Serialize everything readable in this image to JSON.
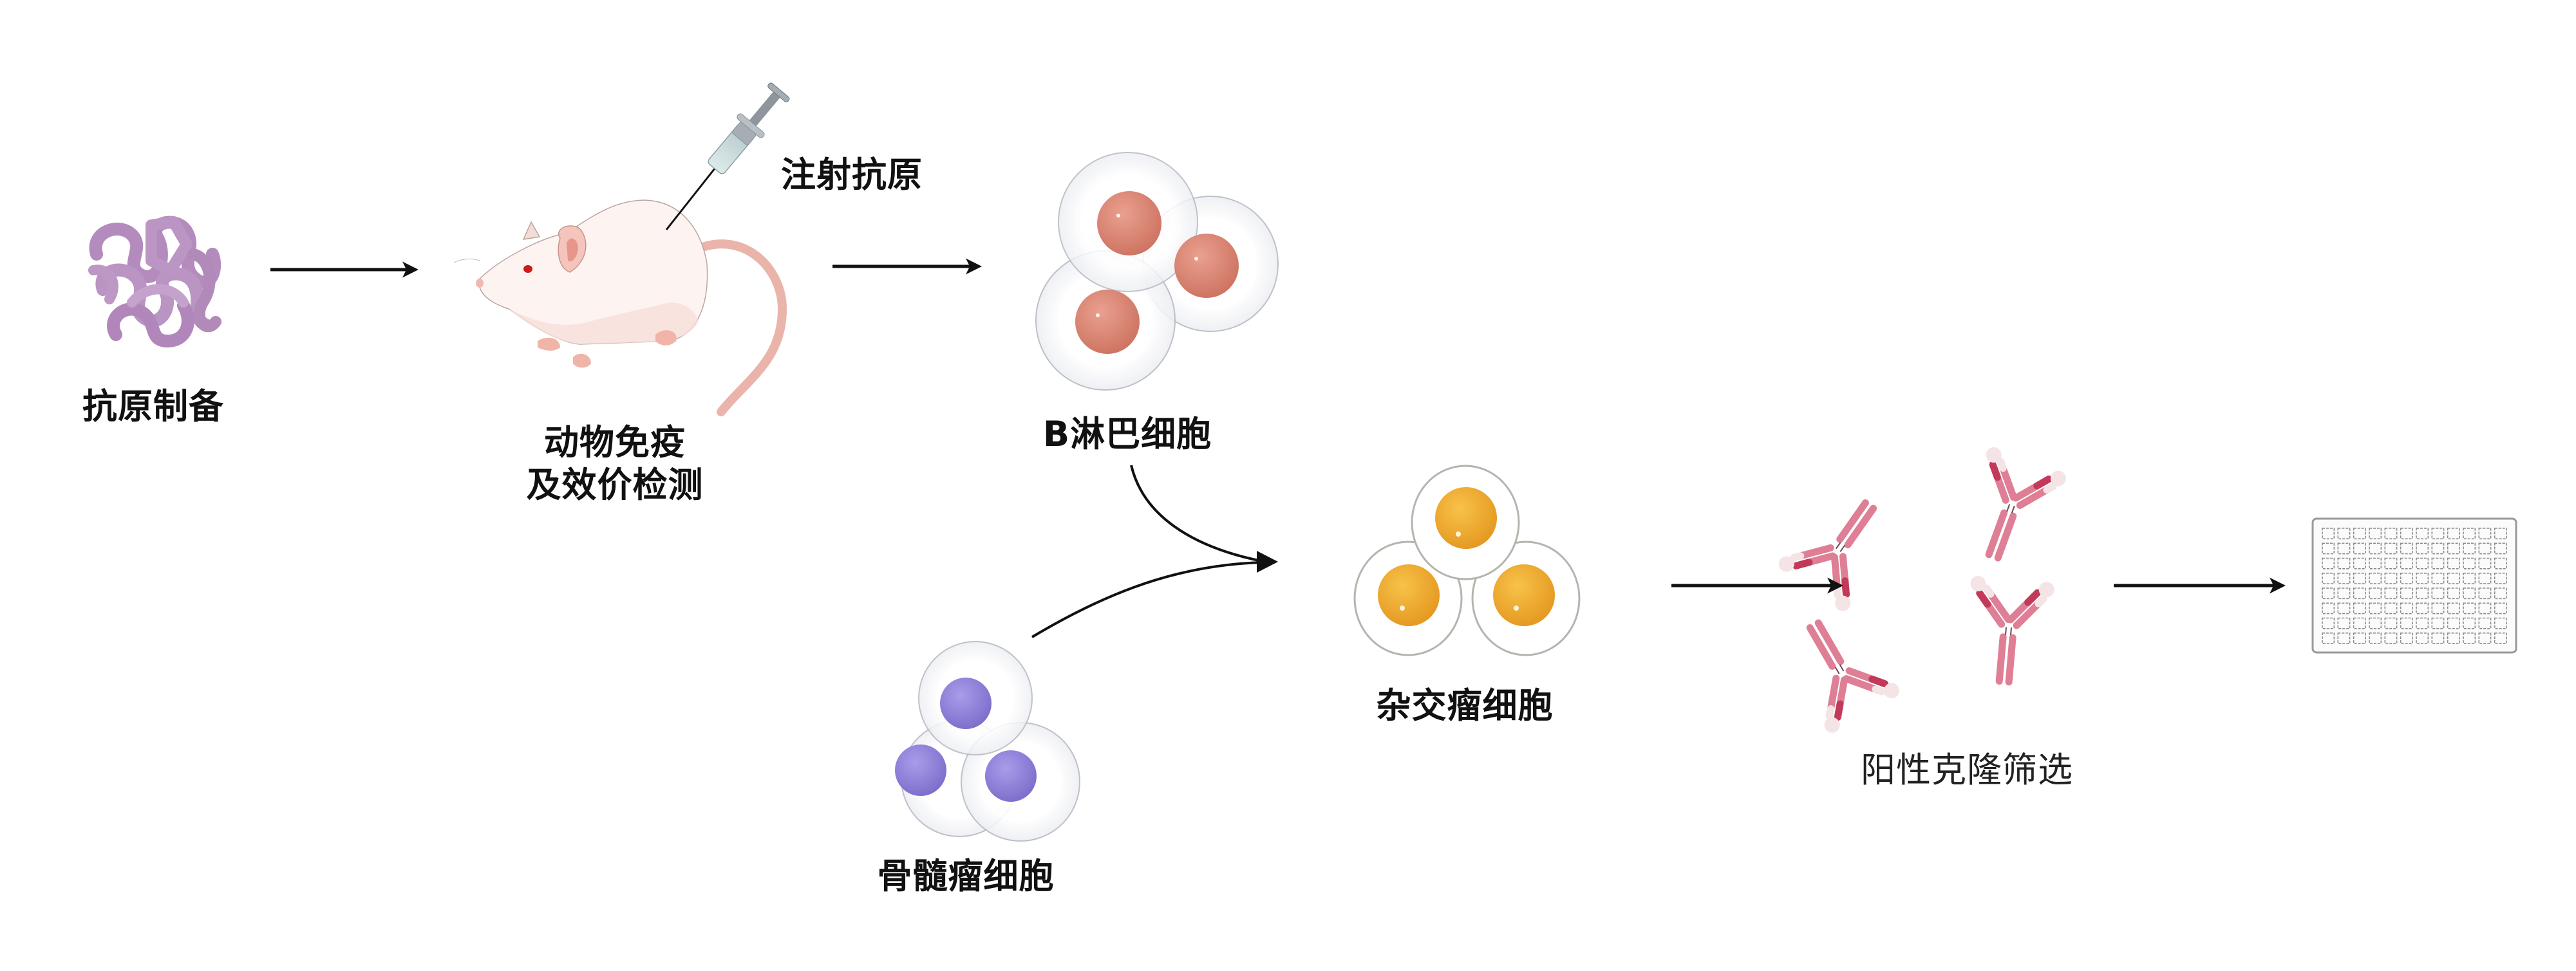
{
  "title": "单克隆抗体制备流程",
  "colors": {
    "arrow": "#111111",
    "text": "#111111",
    "antigen": "#b68fbd",
    "mouse_body": "#fdf3f1",
    "mouse_pink": "#e9a9a0",
    "mouse_eye": "#cc1b1b",
    "syringe_barrel": "#c9dadb",
    "syringe_plunger": "#8e959c",
    "b_cell_nucleus": "#d9826f",
    "myeloma_nucleus": "#8f80d6",
    "hybridoma_nucleus": "#eeaa2e",
    "antibody_heavy": "#de7f96",
    "antibody_dark": "#c23a5a",
    "antibody_light": "#f4e4e6",
    "plate_outline": "#9a9a9a"
  },
  "steps": [
    {
      "id": "antigen",
      "label": "抗原制备",
      "icon": "antigen-protein-icon"
    },
    {
      "id": "immunization",
      "label_lines": [
        "动物免疫",
        "及效价检测"
      ],
      "icon": "mouse-icon"
    },
    {
      "id": "b_cells",
      "label": "B淋巴细胞",
      "icon": "b-lymphocyte-cells-icon"
    },
    {
      "id": "myeloma",
      "label": "骨髓瘤细胞",
      "icon": "myeloma-cells-icon"
    },
    {
      "id": "hybridoma",
      "label": "杂交瘤细胞",
      "icon": "hybridoma-cells-icon"
    },
    {
      "id": "screening",
      "label": "阳性克隆筛选",
      "icon": "antibody-icon"
    },
    {
      "id": "plate",
      "label": "",
      "icon": "well-plate-icon"
    }
  ],
  "annotations": {
    "injection": "注射抗原"
  },
  "plate": {
    "rows": 8,
    "columns": 12
  },
  "arrows": [
    {
      "from": "antigen",
      "to": "immunization"
    },
    {
      "from": "immunization",
      "to": "b_cells"
    },
    {
      "from": "b_cells",
      "to": "hybridoma"
    },
    {
      "from": "myeloma",
      "to": "hybridoma"
    },
    {
      "from": "hybridoma",
      "to": "screening"
    },
    {
      "from": "screening",
      "to": "plate"
    }
  ]
}
